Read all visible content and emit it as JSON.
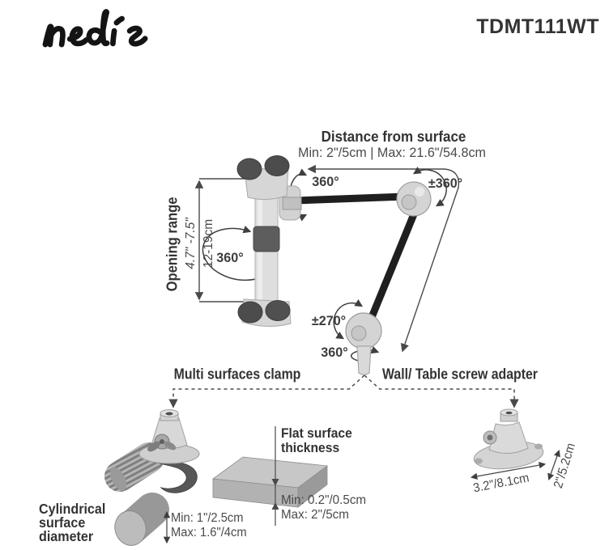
{
  "header": {
    "logo_text": "nedis",
    "product_code": "TDMT111WT"
  },
  "distance": {
    "title": "Distance from surface",
    "value": "Min: 2\"/5cm | Max: 21.6\"/54.8cm"
  },
  "opening_range": {
    "title": "Opening range",
    "inches": "4.7\" -7.5\"",
    "cm": "12-19cm"
  },
  "rotation": {
    "top_joint": "360°",
    "elbow": "±360°",
    "column": "360°",
    "lower_joint": "±270°",
    "base": "360°"
  },
  "mounts": {
    "clamp_label": "Multi surfaces clamp",
    "adapter_label": "Wall/ Table screw adapter"
  },
  "flat_surface": {
    "title_line1": "Flat surface",
    "title_line2": "thickness",
    "min": "Min: 0.2\"/0.5cm",
    "max": "Max: 2\"/5cm"
  },
  "cylindrical_surface": {
    "title_line1": "Cylindrical",
    "title_line2": "surface",
    "title_line3": "diameter",
    "min": "Min: 1\"/2.5cm",
    "max": "Max: 1.6\"/4cm"
  },
  "adapter_dims": {
    "width": "3.2\"/8.1cm",
    "depth": "2\"/5.2cm"
  },
  "colors": {
    "text_heading": "#333333",
    "text_value": "#4a4a4a",
    "line": "#4a4a4a",
    "device_light": "#d8d8d8",
    "device_dark": "#4f4f4f",
    "rod_black": "#1f1f1f",
    "background": "#ffffff"
  }
}
